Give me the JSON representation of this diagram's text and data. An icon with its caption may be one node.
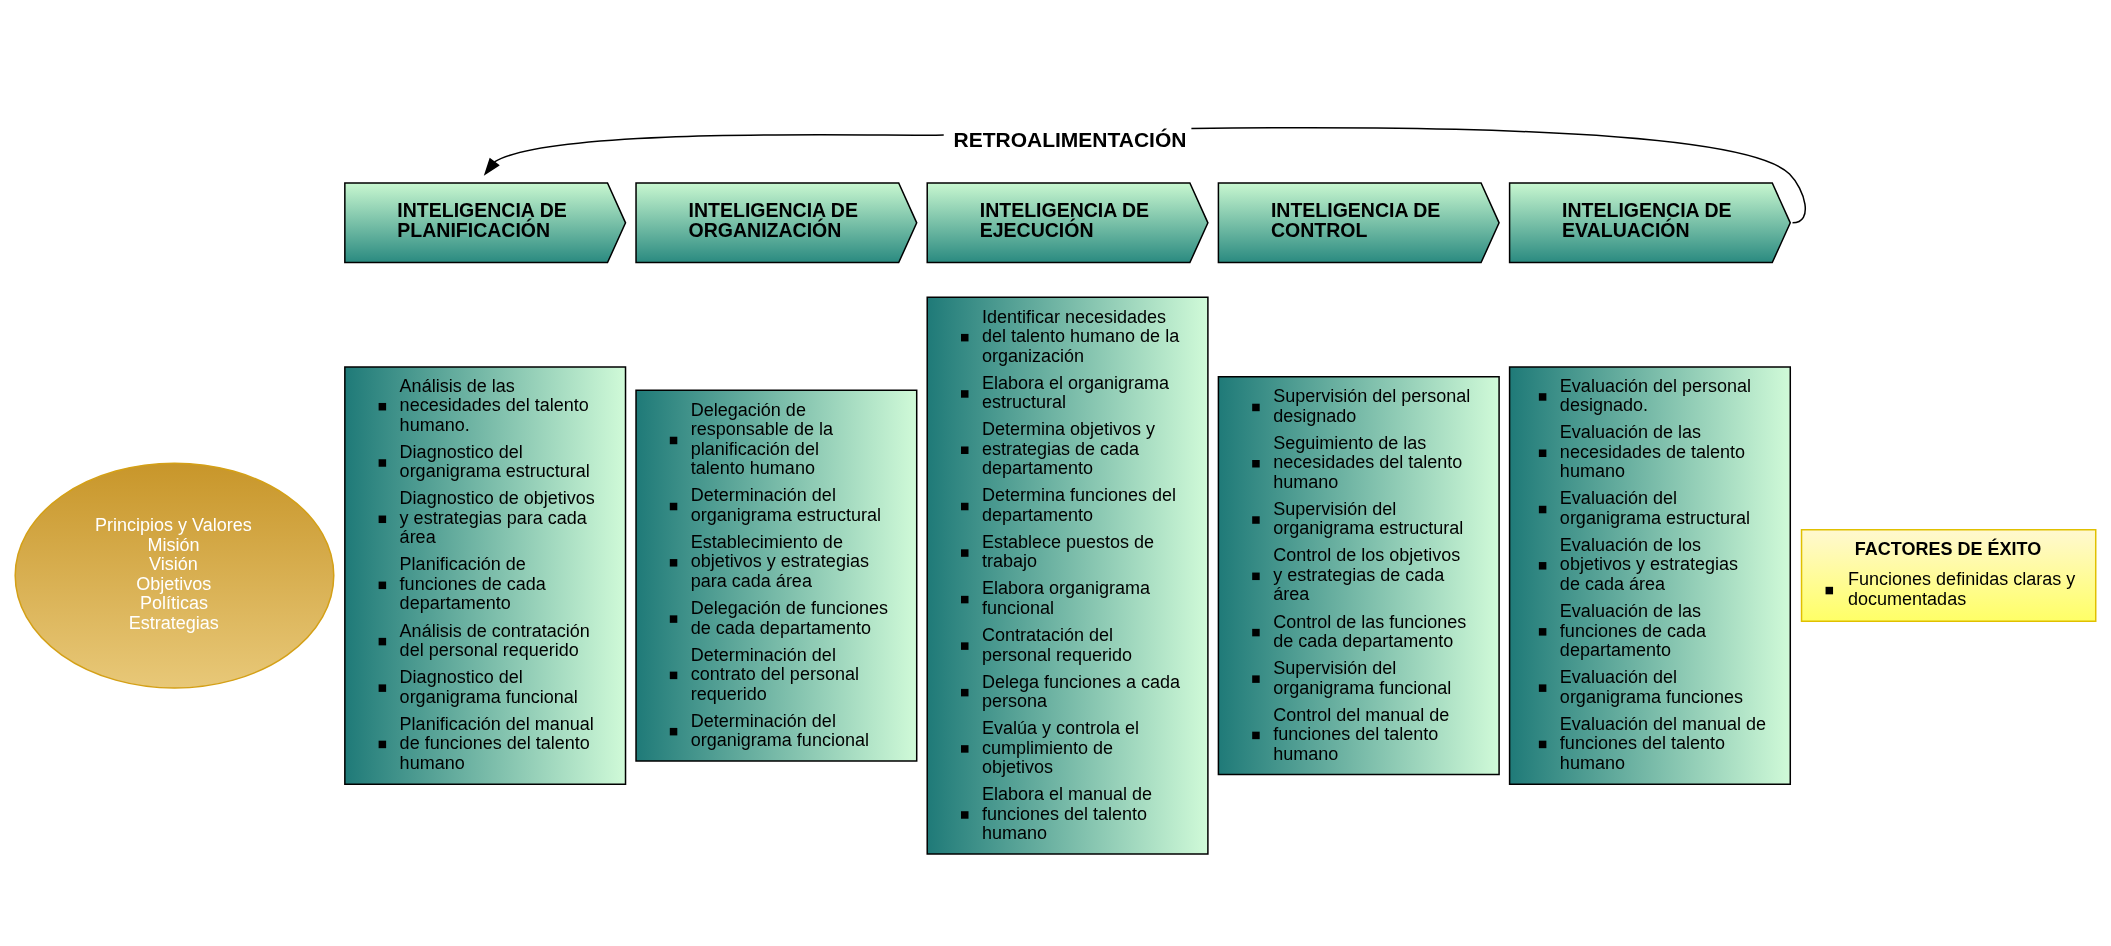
{
  "diagram": {
    "nodes": [
      {
        "text": [
          "Principios y Valores",
          "Misión",
          "Visión",
          "Objetivos",
          "Políticas",
          "Estrategias"
        ]
      },
      {
        "text": [
          "INTELIGENCIA DE PLANIFICACIÓN"
        ]
      },
      {
        "text": [
          "INTELIGENCIA DE ORGANIZACIÓN"
        ]
      },
      {
        "text": [
          "INTELIGENCIA DE EJECUCIÓN"
        ]
      },
      {
        "text": [
          "INTELIGENCIA DE CONTROL"
        ]
      },
      {
        "text": [
          "INTELIGENCIA DE EVALUACIÓN"
        ]
      },
      {
        "text": [
          "Análisis de las necesidades del talento humano.",
          "Diagnostico del organigrama estructural",
          "Diagnostico de objetivos y estrategias para cada área",
          "Planificación de funciones de cada departamento",
          "Análisis de contratación del personal requerido",
          "Diagnostico del organigrama funcional",
          "Planificación del manual de funciones del talento humano"
        ]
      },
      {
        "text": [
          "Delegación de responsable de la planificación del talento humano",
          "Determinación del organigrama estructural",
          "Establecimiento de objetivos y estrategias para cada área",
          "Delegación de funciones de cada departamento",
          "Determinación del contrato del personal requerido",
          "Determinación del organigrama funcional"
        ]
      },
      {
        "text": [
          "Identificar necesidades del talento humano de la organización",
          "Elabora el organigrama estructural",
          "Determina objetivos y estrategias de cada departamento",
          "Determina funciones del departamento",
          "Establece puestos de trabajo",
          "Elabora organigrama funcional",
          "Contratación del personal requerido",
          "Delega funciones a cada persona",
          "Evalúa y controla el cumplimiento de objetivos",
          "Elabora el manual de funciones del talento humano"
        ]
      },
      {
        "text": [
          "Supervisión del personal designado",
          "Seguimiento de las necesidades del talento humano",
          "Supervisión del organigrama estructural",
          "Control de los objetivos y estrategias de cada área",
          "Control de las funciones de cada departamento",
          "Supervisión del organigrama funcional",
          "Control del manual de funciones del talento humano"
        ]
      },
      {
        "text": [
          "Evaluación del personal designado.",
          "Evaluación de las necesidades de talento humano",
          "Evaluación del organigrama estructural",
          "Evaluación de los objetivos y estrategias de cada área",
          "Evaluación de las funciones de cada departamento",
          "Evaluación del organigrama funciones",
          "Evaluación del manual de funciones del talento humano"
        ]
      },
      {
        "text": [
          "FACTORES DE ÉXITO",
          "Funciones definidas claras y documentadas"
        ]
      }
    ],
    "edges": [
      {
        "from": 5,
        "to": 1,
        "arrow": "to",
        "label": "RETROALIMENTACIÓN"
      }
    ]
  }
}
